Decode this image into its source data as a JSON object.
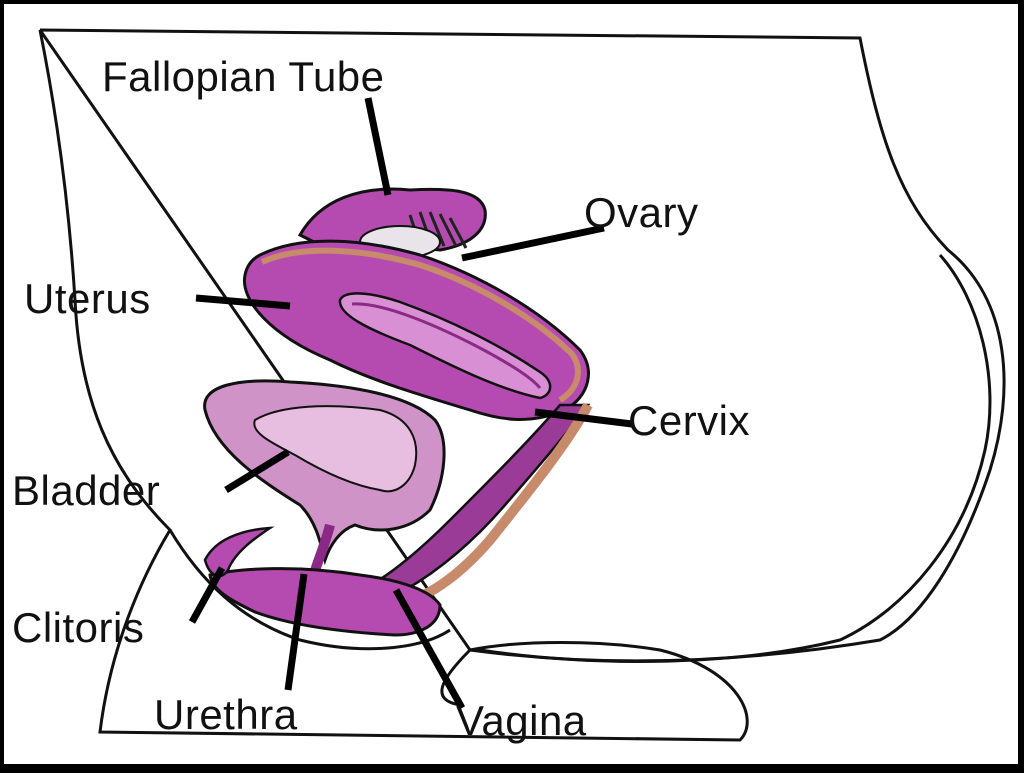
{
  "diagram": {
    "labels": {
      "fallopian_tube": "Fallopian Tube",
      "ovary": "Ovary",
      "uterus": "Uterus",
      "cervix": "Cervix",
      "bladder": "Bladder",
      "clitoris": "Clitoris",
      "urethra": "Urethra",
      "vagina": "Vagina"
    },
    "colors": {
      "background": "#ffffff",
      "frame": "#000000",
      "outline": "#111111",
      "uterus_fill": "#b54bb0",
      "uterus_light": "#d98fd3",
      "lining": "#8a2a86",
      "bladder_fill": "#cf93c8",
      "bladder_inner": "#e7bde0",
      "wall_tan": "#c78a6a",
      "vagina_fill": "#9b3b98"
    }
  }
}
